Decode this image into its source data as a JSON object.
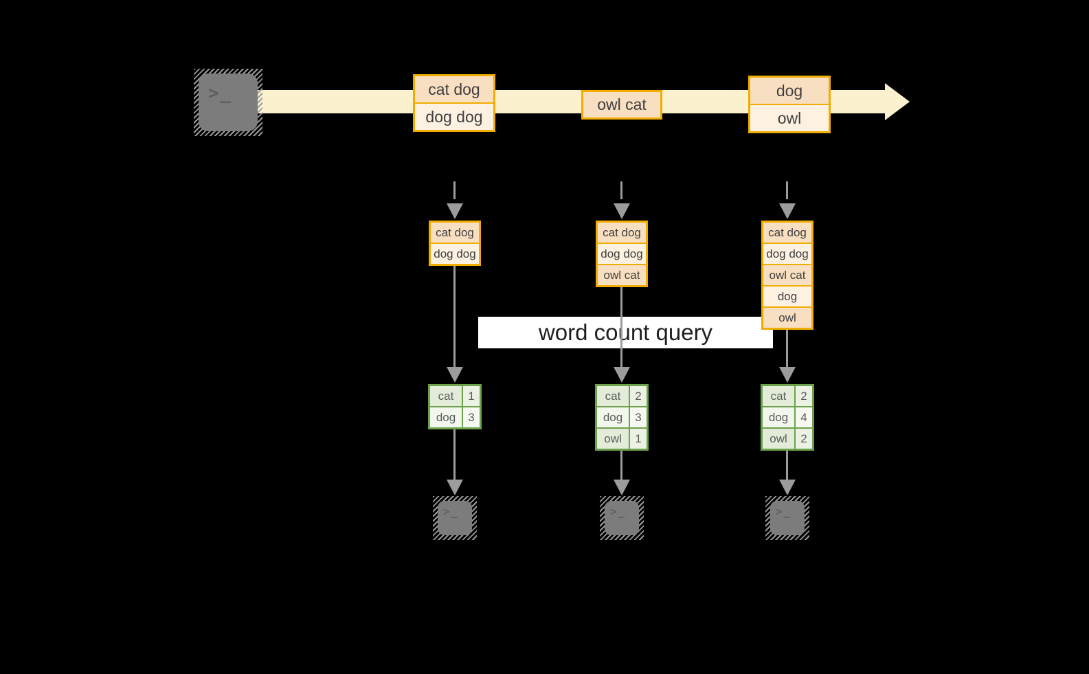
{
  "diagram": {
    "query_label": "word count query",
    "terminal_prompt": ">_",
    "stream": {
      "events": [
        {
          "lines": [
            "cat dog",
            "dog dog"
          ]
        },
        {
          "lines": [
            "owl cat"
          ]
        },
        {
          "lines": [
            "dog",
            "owl"
          ]
        }
      ]
    },
    "columns": [
      {
        "buffer": [
          "cat dog",
          "dog dog"
        ],
        "counts": [
          {
            "word": "cat",
            "count": "1"
          },
          {
            "word": "dog",
            "count": "3"
          }
        ]
      },
      {
        "buffer": [
          "cat dog",
          "dog dog",
          "owl cat"
        ],
        "counts": [
          {
            "word": "cat",
            "count": "2"
          },
          {
            "word": "dog",
            "count": "3"
          },
          {
            "word": "owl",
            "count": "1"
          }
        ]
      },
      {
        "buffer": [
          "cat dog",
          "dog dog",
          "owl cat",
          "dog",
          "owl"
        ],
        "counts": [
          {
            "word": "cat",
            "count": "2"
          },
          {
            "word": "dog",
            "count": "4"
          },
          {
            "word": "owl",
            "count": "2"
          }
        ]
      }
    ],
    "colors": {
      "background": "#000000",
      "stream_band": "#fbf1cf",
      "event_border": "#f0ad00",
      "event_fill_a": "#f9dfc1",
      "event_fill_b": "#fdf2e2",
      "table_border": "#6da24c",
      "table_fill_a": "#e3ecd8",
      "table_fill_b": "#f2f7ee",
      "arrow_gray": "#9c9c9c",
      "terminal_gray": "#7c7c7c",
      "banner_bg": "#ffffff"
    }
  }
}
